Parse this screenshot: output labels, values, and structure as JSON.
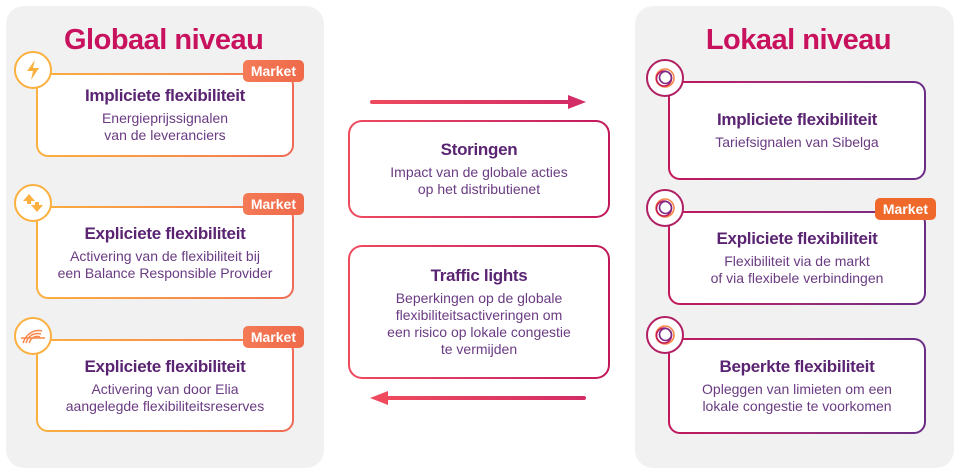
{
  "global": {
    "title": "Globaal niveau",
    "cards": [
      {
        "icon": "lightning-icon",
        "badge": "Market",
        "title": "Impliciete flexibiliteit",
        "desc": [
          "Energieprijssignalen",
          "van de leveranciers"
        ]
      },
      {
        "icon": "up-down-arrows-icon",
        "badge": "Market",
        "title": "Expliciete flexibiliteit",
        "desc": [
          "Activering van de flexibiliteit bij",
          "een Balance Responsible Provider"
        ]
      },
      {
        "icon": "elia-swirl-icon",
        "badge": "Market",
        "title": "Expliciete flexibiliteit",
        "desc": [
          "Activering van door Elia",
          "aangelegde flexibiliteitsreserves"
        ]
      }
    ]
  },
  "local": {
    "title": "Lokaal niveau",
    "cards": [
      {
        "icon": "sibelga-rings-icon",
        "badge": null,
        "title": "Impliciete flexibiliteit",
        "desc": [
          "Tariefsignalen van Sibelga"
        ]
      },
      {
        "icon": "sibelga-rings-icon",
        "badge": "Market",
        "title": "Expliciete flexibiliteit",
        "desc": [
          "Flexibiliteit via de markt",
          "of via flexibele verbindingen"
        ]
      },
      {
        "icon": "sibelga-rings-icon",
        "badge": null,
        "title": "Beperkte flexibiliteit",
        "desc": [
          "Opleggen van limieten om een",
          "lokale congestie te voorkomen"
        ]
      }
    ]
  },
  "middle": {
    "storingen": {
      "title": "Storingen",
      "desc": [
        "Impact van de globale acties",
        "op het distributienet"
      ],
      "arrow": "right"
    },
    "traffic": {
      "title": "Traffic lights",
      "desc": [
        "Beperkingen op de globale",
        "flexibiliteitsactiveringen om",
        "een risico op lokale congestie",
        "te vermijden"
      ],
      "arrow": "left"
    }
  },
  "colors": {
    "title": "#c8125e",
    "text": "#5a2472",
    "global_border": "#fbb040",
    "local_border": "#b02063",
    "badge": "#ef6a4a",
    "arrow": "#e23a5e"
  }
}
